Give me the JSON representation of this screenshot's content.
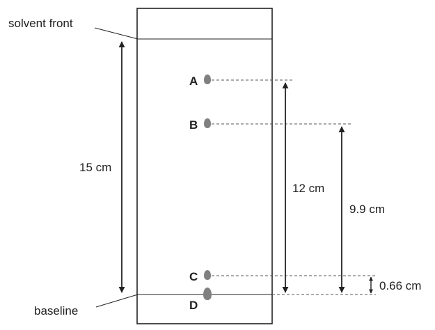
{
  "labels": {
    "solvent_front": "solvent front",
    "baseline": "baseline"
  },
  "spots": [
    {
      "name": "A"
    },
    {
      "name": "B"
    },
    {
      "name": "C"
    },
    {
      "name": "D"
    }
  ],
  "measurements": {
    "solvent_distance": "15 cm",
    "spot_a_distance": "12 cm",
    "spot_b_distance": "9.9 cm",
    "spot_c_distance": "0.66 cm"
  },
  "colors": {
    "ink": "#222222",
    "spot": "#808080",
    "dashed": "#555555"
  }
}
